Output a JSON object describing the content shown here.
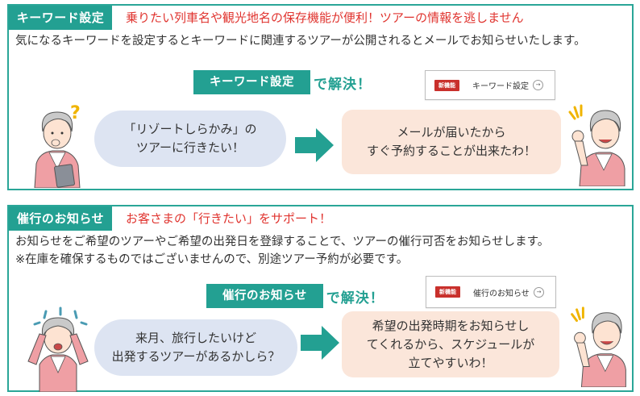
{
  "sections": [
    {
      "tag": "キーワード設定",
      "headline": "乗りたい列車名や観光地名の保存機能が便利！ツアーの情報を逃しません",
      "description": "気になるキーワードを設定するとキーワードに関連するツアーが公開されるとメールでお知らせいたします。",
      "solve_button": "キーワード設定",
      "solve_suffix": "で解決！",
      "feature_box": {
        "badge": "新機能",
        "label": "キーワード設定",
        "icon": "circle-arrow-right-icon"
      },
      "question_bubble": "「リゾートしらかみ」の\nツアーに行きたい！",
      "answer_bubble": "メールが届いたから\nすぐ予約することが出来たわ！",
      "left_person_icon": "thinking-woman-with-tablet-icon",
      "right_person_icon": "happy-woman-ok-sign-icon"
    },
    {
      "tag": "催行のお知らせ",
      "headline": "お客さまの「行きたい」をサポート！",
      "description": "お知らせをご希望のツアーやご希望の出発日を登録することで、ツアーの催行可否をお知らせします。\n※在庫を確保するものではございませんので、別途ツアー予約が必要です。",
      "solve_button": "催行のお知らせ",
      "solve_suffix": "で解決！",
      "feature_box": {
        "badge": "新機能",
        "label": "催行のお知らせ",
        "icon": "circle-arrow-right-icon"
      },
      "question_bubble": "来月、旅行したいけど\n出発するツアーがあるかしら？",
      "answer_bubble": "希望の出発時期をお知らせし\nてくれるから、スケジュールが\n立てやすいわ！",
      "left_person_icon": "worried-woman-holding-head-icon",
      "right_person_icon": "happy-woman-ok-sign-icon"
    }
  ],
  "colors": {
    "accent_teal": "#23a092",
    "headline_red": "#e0342f",
    "badge_red": "#c9302c",
    "question_bubble_bg": "#dde4f2",
    "answer_bubble_bg": "#fbe6da"
  }
}
